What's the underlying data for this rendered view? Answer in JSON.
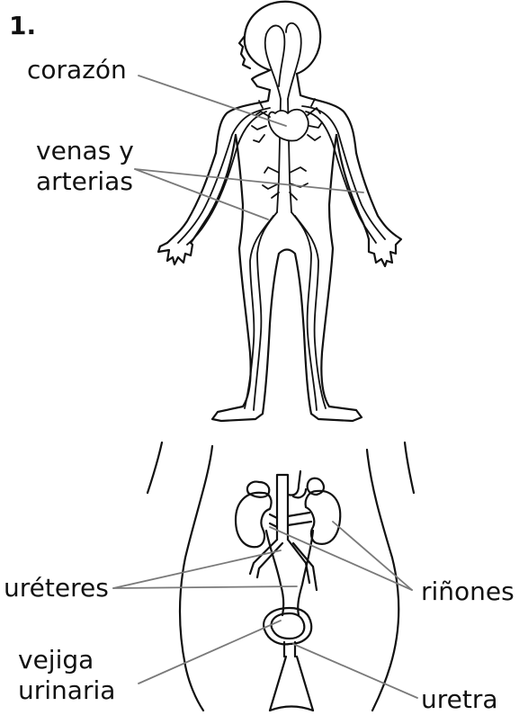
{
  "figure_number": "1.",
  "labels": {
    "heart": "corazón",
    "vessels_line1": "venas y",
    "vessels_line2": "arterias",
    "ureters": "uréteres",
    "kidneys": "riñones",
    "bladder_line1": "vejiga",
    "bladder_line2": "urinaria",
    "urethra": "uretra"
  },
  "colors": {
    "ink": "#111111",
    "leader": "#7a7a7a",
    "heart_fill": "#ffffff"
  }
}
